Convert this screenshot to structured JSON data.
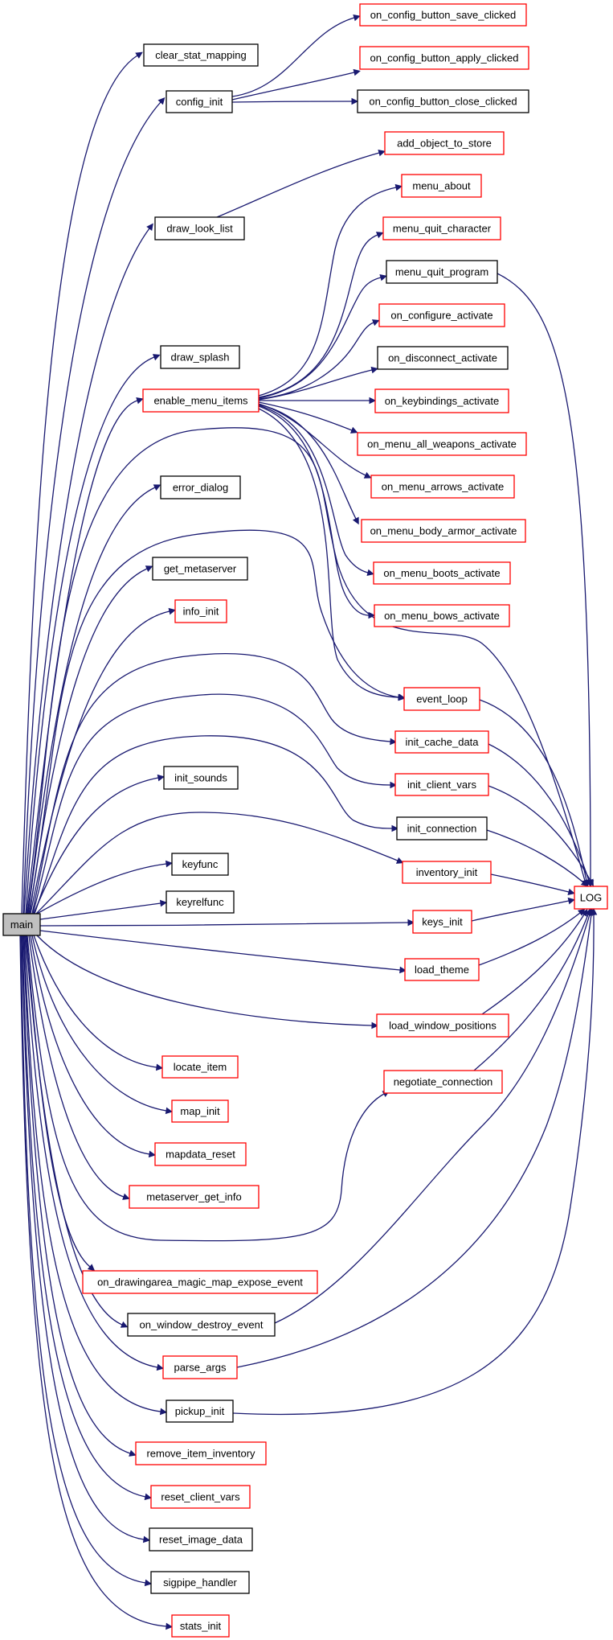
{
  "colors": {
    "edge": "#191970",
    "border_documented": "#000000",
    "border_undocumented": "#ff0000",
    "root_fill": "#bfbfbf",
    "node_fill": "#ffffff"
  },
  "nodes": {
    "main": {
      "label": "main",
      "style": "root"
    },
    "clear_stat_mapping": {
      "label": "clear_stat_mapping",
      "style": "black"
    },
    "config_init": {
      "label": "config_init",
      "style": "black"
    },
    "on_config_button_save_clicked": {
      "label": "on_config_button_save_clicked",
      "style": "red"
    },
    "on_config_button_apply_clicked": {
      "label": "on_config_button_apply_clicked",
      "style": "red"
    },
    "on_config_button_close_clicked": {
      "label": "on_config_button_close_clicked",
      "style": "black"
    },
    "add_object_to_store": {
      "label": "add_object_to_store",
      "style": "red"
    },
    "draw_look_list": {
      "label": "draw_look_list",
      "style": "black"
    },
    "menu_about": {
      "label": "menu_about",
      "style": "red"
    },
    "menu_quit_character": {
      "label": "menu_quit_character",
      "style": "red"
    },
    "menu_quit_program": {
      "label": "menu_quit_program",
      "style": "black"
    },
    "on_configure_activate": {
      "label": "on_configure_activate",
      "style": "red"
    },
    "draw_splash": {
      "label": "draw_splash",
      "style": "black"
    },
    "on_disconnect_activate": {
      "label": "on_disconnect_activate",
      "style": "black"
    },
    "enable_menu_items": {
      "label": "enable_menu_items",
      "style": "red"
    },
    "on_keybindings_activate": {
      "label": "on_keybindings_activate",
      "style": "red"
    },
    "on_menu_all_weapons_activate": {
      "label": "on_menu_all_weapons_activate",
      "style": "red"
    },
    "error_dialog": {
      "label": "error_dialog",
      "style": "black"
    },
    "on_menu_arrows_activate": {
      "label": "on_menu_arrows_activate",
      "style": "red"
    },
    "on_menu_body_armor_activate": {
      "label": "on_menu_body_armor_activate",
      "style": "red"
    },
    "get_metaserver": {
      "label": "get_metaserver",
      "style": "black"
    },
    "on_menu_boots_activate": {
      "label": "on_menu_boots_activate",
      "style": "red"
    },
    "info_init": {
      "label": "info_init",
      "style": "red"
    },
    "on_menu_bows_activate": {
      "label": "on_menu_bows_activate",
      "style": "red"
    },
    "event_loop": {
      "label": "event_loop",
      "style": "red"
    },
    "init_cache_data": {
      "label": "init_cache_data",
      "style": "red"
    },
    "init_sounds": {
      "label": "init_sounds",
      "style": "black"
    },
    "init_client_vars": {
      "label": "init_client_vars",
      "style": "red"
    },
    "init_connection": {
      "label": "init_connection",
      "style": "black"
    },
    "keyfunc": {
      "label": "keyfunc",
      "style": "black"
    },
    "inventory_init": {
      "label": "inventory_init",
      "style": "red"
    },
    "LOG": {
      "label": "LOG",
      "style": "red"
    },
    "keyrelfunc": {
      "label": "keyrelfunc",
      "style": "black"
    },
    "keys_init": {
      "label": "keys_init",
      "style": "red"
    },
    "load_theme": {
      "label": "load_theme",
      "style": "red"
    },
    "load_window_positions": {
      "label": "load_window_positions",
      "style": "red"
    },
    "locate_item": {
      "label": "locate_item",
      "style": "red"
    },
    "negotiate_connection": {
      "label": "negotiate_connection",
      "style": "red"
    },
    "map_init": {
      "label": "map_init",
      "style": "red"
    },
    "mapdata_reset": {
      "label": "mapdata_reset",
      "style": "red"
    },
    "metaserver_get_info": {
      "label": "metaserver_get_info",
      "style": "red"
    },
    "on_drawingarea_magic_map_expose_event": {
      "label": "on_drawingarea_magic_map_expose_event",
      "style": "red"
    },
    "on_window_destroy_event": {
      "label": "on_window_destroy_event",
      "style": "black"
    },
    "parse_args": {
      "label": "parse_args",
      "style": "red"
    },
    "pickup_init": {
      "label": "pickup_init",
      "style": "black"
    },
    "remove_item_inventory": {
      "label": "remove_item_inventory",
      "style": "red"
    },
    "reset_client_vars": {
      "label": "reset_client_vars",
      "style": "red"
    },
    "reset_image_data": {
      "label": "reset_image_data",
      "style": "black"
    },
    "sigpipe_handler": {
      "label": "sigpipe_handler",
      "style": "black"
    },
    "stats_init": {
      "label": "stats_init",
      "style": "red"
    }
  },
  "edges": [
    [
      "main",
      "clear_stat_mapping"
    ],
    [
      "main",
      "config_init"
    ],
    [
      "main",
      "draw_look_list"
    ],
    [
      "main",
      "draw_splash"
    ],
    [
      "main",
      "enable_menu_items"
    ],
    [
      "main",
      "LOG"
    ],
    [
      "main",
      "error_dialog"
    ],
    [
      "main",
      "event_loop"
    ],
    [
      "main",
      "get_metaserver"
    ],
    [
      "main",
      "info_init"
    ],
    [
      "main",
      "init_cache_data"
    ],
    [
      "main",
      "init_client_vars"
    ],
    [
      "main",
      "init_sounds"
    ],
    [
      "main",
      "init_connection"
    ],
    [
      "main",
      "inventory_init"
    ],
    [
      "main",
      "keyfunc"
    ],
    [
      "main",
      "keyrelfunc"
    ],
    [
      "main",
      "keys_init"
    ],
    [
      "main",
      "load_theme"
    ],
    [
      "main",
      "load_window_positions"
    ],
    [
      "main",
      "locate_item"
    ],
    [
      "main",
      "map_init"
    ],
    [
      "main",
      "mapdata_reset"
    ],
    [
      "main",
      "metaserver_get_info"
    ],
    [
      "main",
      "negotiate_connection"
    ],
    [
      "main",
      "on_drawingarea_magic_map_expose_event"
    ],
    [
      "main",
      "on_window_destroy_event"
    ],
    [
      "main",
      "parse_args"
    ],
    [
      "main",
      "pickup_init"
    ],
    [
      "main",
      "remove_item_inventory"
    ],
    [
      "main",
      "reset_client_vars"
    ],
    [
      "main",
      "reset_image_data"
    ],
    [
      "main",
      "sigpipe_handler"
    ],
    [
      "main",
      "stats_init"
    ],
    [
      "config_init",
      "on_config_button_save_clicked"
    ],
    [
      "config_init",
      "on_config_button_apply_clicked"
    ],
    [
      "config_init",
      "on_config_button_close_clicked"
    ],
    [
      "draw_look_list",
      "add_object_to_store"
    ],
    [
      "enable_menu_items",
      "menu_about"
    ],
    [
      "enable_menu_items",
      "menu_quit_character"
    ],
    [
      "enable_menu_items",
      "menu_quit_program"
    ],
    [
      "enable_menu_items",
      "on_configure_activate"
    ],
    [
      "enable_menu_items",
      "on_disconnect_activate"
    ],
    [
      "enable_menu_items",
      "on_keybindings_activate"
    ],
    [
      "enable_menu_items",
      "on_menu_all_weapons_activate"
    ],
    [
      "enable_menu_items",
      "on_menu_arrows_activate"
    ],
    [
      "enable_menu_items",
      "on_menu_body_armor_activate"
    ],
    [
      "enable_menu_items",
      "on_menu_boots_activate"
    ],
    [
      "enable_menu_items",
      "on_menu_bows_activate"
    ],
    [
      "enable_menu_items",
      "event_loop"
    ],
    [
      "menu_quit_program",
      "LOG"
    ],
    [
      "event_loop",
      "LOG"
    ],
    [
      "init_cache_data",
      "LOG"
    ],
    [
      "init_client_vars",
      "LOG"
    ],
    [
      "init_connection",
      "LOG"
    ],
    [
      "inventory_init",
      "LOG"
    ],
    [
      "keys_init",
      "LOG"
    ],
    [
      "load_theme",
      "LOG"
    ],
    [
      "load_window_positions",
      "LOG"
    ],
    [
      "negotiate_connection",
      "LOG"
    ],
    [
      "on_window_destroy_event",
      "LOG"
    ],
    [
      "parse_args",
      "LOG"
    ],
    [
      "pickup_init",
      "LOG"
    ]
  ]
}
